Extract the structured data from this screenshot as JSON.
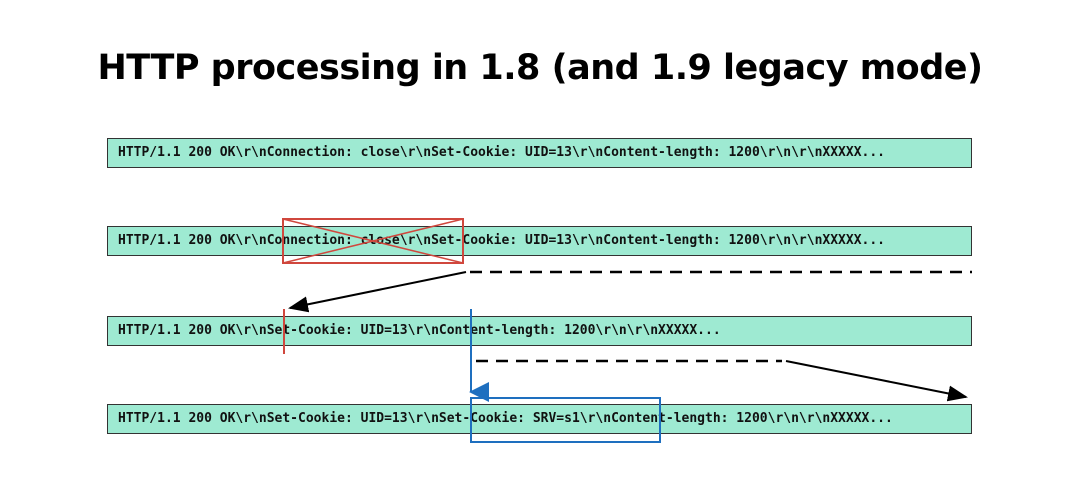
{
  "title": "HTTP processing in 1.8 (and 1.9 legacy mode)",
  "rows": [
    {
      "text": "HTTP/1.1 200 OK\\r\\nConnection: close\\r\\nSet-Cookie: UID=13\\r\\nContent-length: 1200\\r\\n\\r\\nXXXXX..."
    },
    {
      "text": "HTTP/1.1 200 OK\\r\\nConnection: close\\r\\nSet-Cookie: UID=13\\r\\nContent-length: 1200\\r\\n\\r\\nXXXXX..."
    },
    {
      "text": "HTTP/1.1 200 OK\\r\\nSet-Cookie: UID=13\\r\\nContent-length: 1200\\r\\n\\r\\nXXXXX..."
    },
    {
      "text": "HTTP/1.1 200 OK\\r\\nSet-Cookie: UID=13\\r\\nSet-Cookie: SRV=s1\\r\\nContent-length: 1200\\r\\n\\r\\nXXXXX..."
    }
  ],
  "annotations": {
    "removed_header": "Connection: close\\r\\n",
    "inserted_header": "Set-Cookie: SRV=s1\\r\\n"
  },
  "colors": {
    "bar_fill": "#9eead2",
    "removed": "#d0473d",
    "inserted": "#1e6fbf",
    "arrow": "#000000"
  }
}
